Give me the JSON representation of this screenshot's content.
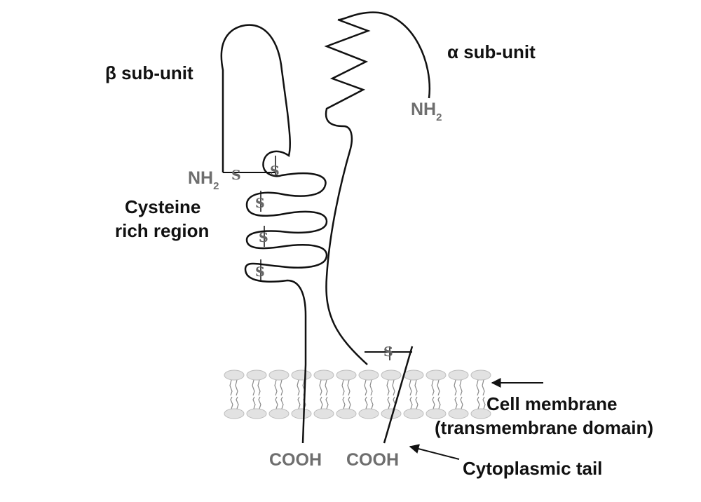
{
  "labels": {
    "beta_subunit": "β sub-unit",
    "alpha_subunit": "α sub-unit",
    "cysteine_line1": "Cysteine",
    "cysteine_line2": "rich region",
    "cell_membrane_line1": "Cell membrane",
    "cell_membrane_line2": "(transmembrane domain)",
    "cytoplasmic_tail": "Cytoplasmic tail"
  },
  "termini": {
    "beta_nh2": "NH",
    "beta_nh2_sub": "2",
    "alpha_nh2": "NH",
    "alpha_nh2_sub": "2",
    "beta_cooh": "COOH",
    "alpha_cooh": "COOH"
  },
  "disulfide": "S",
  "colors": {
    "strand": "#111111",
    "lipid_head": "#e2e2e2",
    "lipid_outline": "#bdbdbd",
    "terminus_text": "#6e6e6e"
  }
}
